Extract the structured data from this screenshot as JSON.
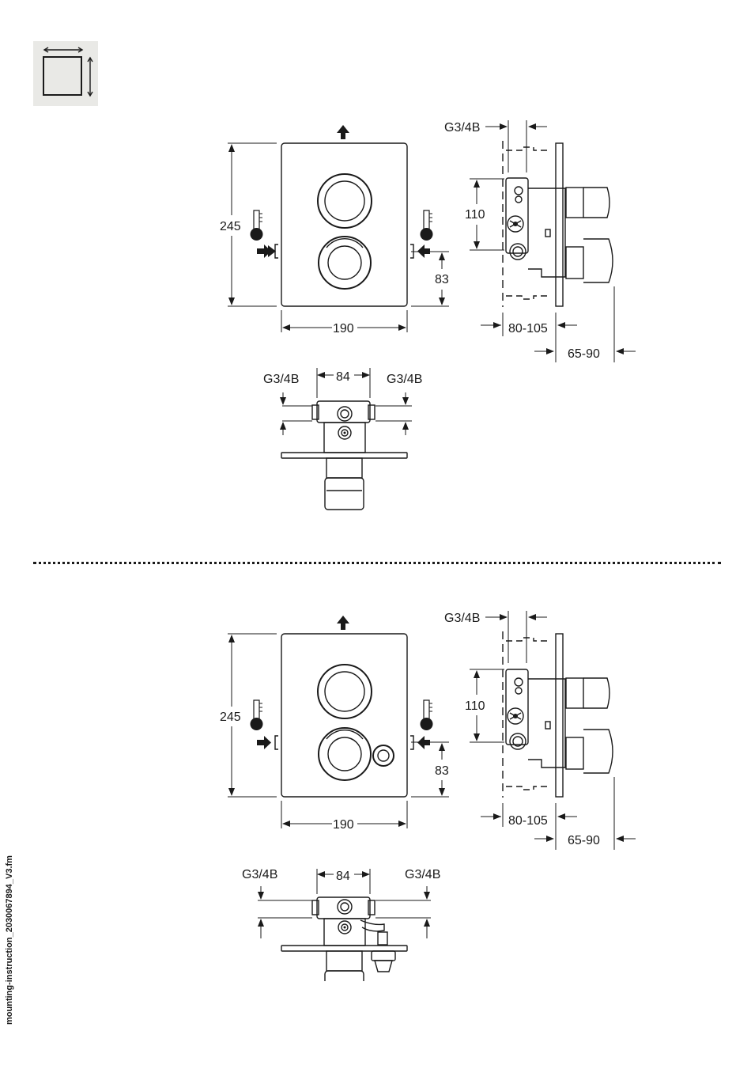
{
  "footer": {
    "filename": "mounting-instruction_2030067894_V3.fm"
  },
  "icons": {
    "dimensions": "dimensions-icon",
    "hot": "thermometer-hot-icon",
    "cold": "thermometer-cold-icon",
    "flow": "flow-direction-arrow-icon"
  },
  "variants": [
    {
      "front": {
        "height": "245",
        "width": "190",
        "inlet_height": "83"
      },
      "side": {
        "connection": "G3/4B",
        "spacing": "110",
        "install_depth": "80-105",
        "projection": "65-90"
      },
      "bottom": {
        "spacing": "84",
        "left_connection": "G3/4B",
        "right_connection": "G3/4B"
      }
    },
    {
      "front": {
        "height": "245",
        "width": "190",
        "inlet_height": "83"
      },
      "side": {
        "connection": "G3/4B",
        "spacing": "110",
        "install_depth": "80-105",
        "projection": "65-90"
      },
      "bottom": {
        "spacing": "84",
        "left_connection": "G3/4B",
        "right_connection": "G3/4B"
      }
    }
  ]
}
